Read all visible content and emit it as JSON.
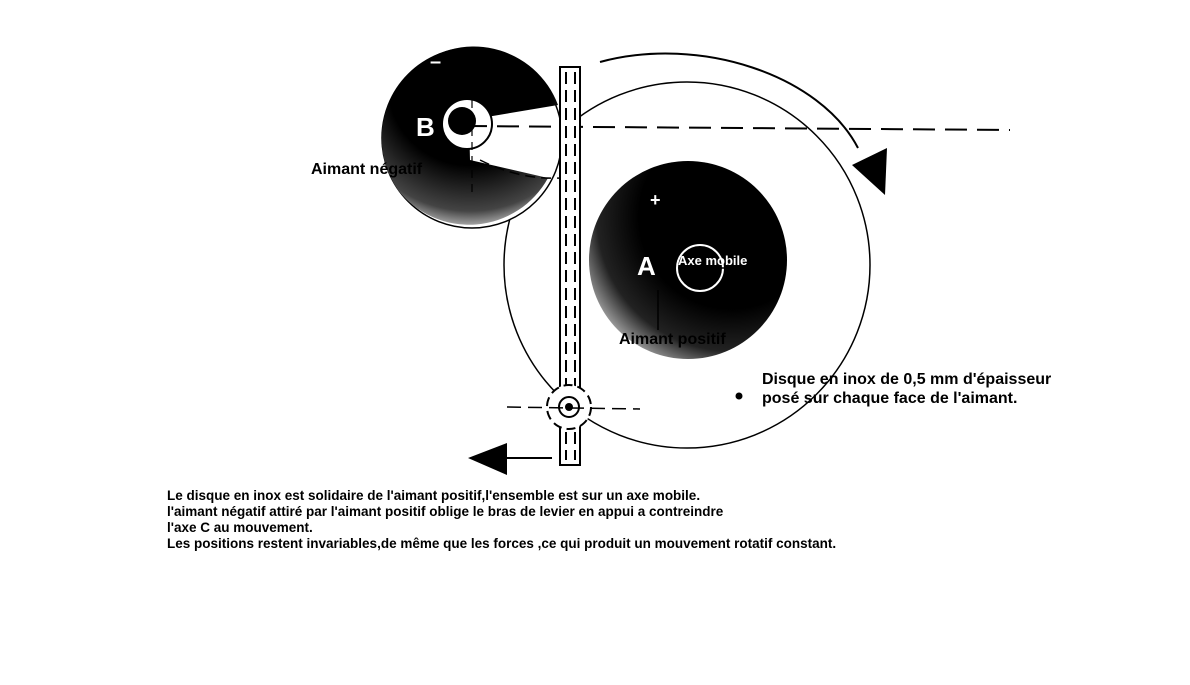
{
  "labels": {
    "minus": "–",
    "b": "B",
    "aimant_negatif": "Aimant négatif",
    "plus": "+",
    "a": "A",
    "axe_mobile": "Axe mobile",
    "aimant_positif": "Aimant positif"
  },
  "disc_note": {
    "line1": "Disque en inox de 0,5 mm d'épaisseur",
    "line2": "posé sur chaque face de l'aimant."
  },
  "caption": {
    "line1": "Le disque en inox est solidaire de l'aimant positif,l'ensemble est sur un axe mobile.",
    "line2": "l'aimant négatif attiré par l'aimant positif oblige le bras de levier en appui a contreindre",
    "line3": "l'axe C au mouvement.",
    "line4": "Les positions restent invariables,de même que les forces ,ce qui produit un mouvement  rotatif constant."
  },
  "colors": {
    "ink": "#000000",
    "paper": "#ffffff"
  }
}
